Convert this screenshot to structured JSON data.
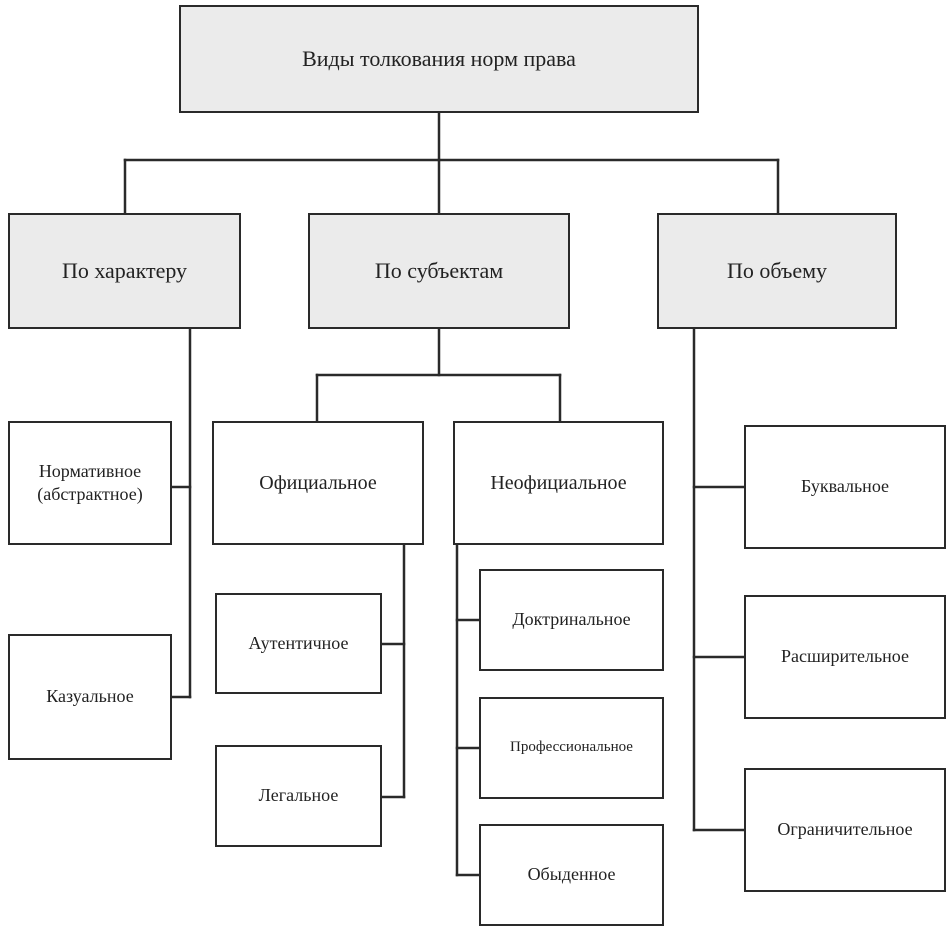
{
  "diagram": {
    "root": {
      "label": "Виды толкования норм права"
    },
    "categories": [
      {
        "label": "По характеру",
        "items": [
          {
            "label": "Нормативное\n(абстрактное)"
          },
          {
            "label": "Казуальное"
          }
        ]
      },
      {
        "label": "По субъектам",
        "groups": [
          {
            "label": "Официальное",
            "items": [
              {
                "label": "Аутентичное"
              },
              {
                "label": "Легальное"
              }
            ]
          },
          {
            "label": "Неофициальное",
            "items": [
              {
                "label": "Доктринальное"
              },
              {
                "label": "Профессиональное"
              },
              {
                "label": "Обыденное"
              }
            ]
          }
        ]
      },
      {
        "label": "По объему",
        "items": [
          {
            "label": "Буквальное"
          },
          {
            "label": "Расширительное"
          },
          {
            "label": "Ограничительное"
          }
        ]
      }
    ],
    "colors": {
      "box_fill_header": "#ebebeb",
      "box_fill_leaf": "#ffffff",
      "border": "#2a2a2a",
      "connector": "#2a2a2a"
    }
  }
}
